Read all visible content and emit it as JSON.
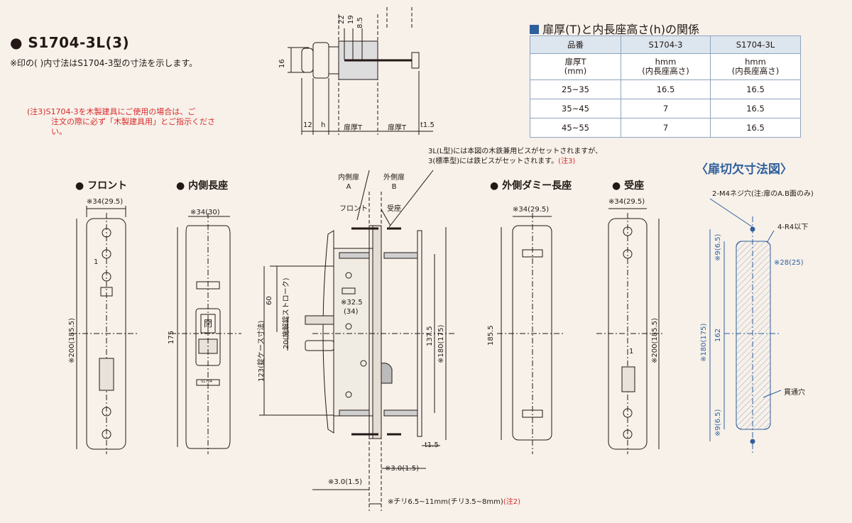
{
  "header": {
    "model_title": "S1704-3L(3)",
    "paren_note": "※印の( )内寸法はS1704-3型の寸法を示します。",
    "note3_line1": "(注3)S1704-3を木製建具にご使用の場合は、ご",
    "note3_line2": "注文の際に必ず「木製建具用」とご指示くださ",
    "note3_line3": "い。"
  },
  "table": {
    "title": "扉厚(T)と内長座高さ(h)の関係",
    "col_headers": [
      "品番",
      "S1704-3",
      "S1704-3L"
    ],
    "row_header_line1": "扉厚T",
    "row_header_line2": "(mm)",
    "row_header_cell_line1": "hmm",
    "row_header_cell_line2": "(内長座高さ)",
    "rows": [
      [
        "25~35",
        "16.5",
        "16.5"
      ],
      [
        "35~45",
        "7",
        "16.5"
      ],
      [
        "45~55",
        "7",
        "16.5"
      ]
    ]
  },
  "sections": {
    "front": "フロント",
    "inner_plate": "内側長座",
    "outer_dummy": "外側ダミー長座",
    "strike": "受座",
    "cutout": "〈扉切欠寸法図〉"
  },
  "callouts": {
    "screw_note_line1": "3L(L型)には本図の木鉄兼用ビスがセットされますが、",
    "screw_note_line2": "3(標準型)には鉄ビスがセットされます。",
    "screw_note_ref": "(注3)",
    "inner_door": "内側扉",
    "inner_door_letter": "A",
    "outer_door": "外側扉",
    "outer_door_letter": "B",
    "front_label": "フロント",
    "strike_label": "受座",
    "m4": "2-M4ネジ穴(注:扉のA.B面のみ)",
    "r4": "4-R4以下",
    "through_hole": "貫通穴",
    "chiri": "※チリ6.5~11mm(チリ3.5~8mm)",
    "chiri_ref": "(注2)"
  },
  "dims": {
    "d12": "12",
    "dh": "h",
    "door_t": "扉厚T",
    "t15": "t1.5",
    "d22": "22",
    "d19": "19",
    "d85": "8.5",
    "d16": "16",
    "front_w": "※34(29.5)",
    "front_h": "※200(185.5)",
    "front_1": "1",
    "inner_w": "※34(30)",
    "inner_h": "175",
    "side_123": "123(錠ケース寸法)",
    "side_60": "60",
    "side_20": "20(施解錠ストローク)",
    "side_325": "※32.5",
    "side_34": "(34)",
    "side_1375": "137.5",
    "side_180": "※180(175)",
    "side_t15": "t1.5",
    "side_30a": "※3.0(1.5)",
    "side_30b": "※3.0(1.5)",
    "dummy_w": "※34(29.5)",
    "dummy_h": "185.5",
    "strike_w": "※34(29.5)",
    "strike_h": "※200(185.5)",
    "strike_1": "1",
    "cut_9a": "※9(6.5)",
    "cut_28": "※28(25)",
    "cut_180": "※180(175)",
    "cut_162": "162",
    "cut_9b": "※9(6.5)"
  },
  "plate_marks": {
    "lock_glyph": "閉",
    "small_plate_text": "S1704"
  },
  "colors": {
    "background": "#f7f1ea",
    "line": "#231815",
    "accent_red": "#d92b2b",
    "accent_blue": "#2f5f9c",
    "table_header": "#dde6ef",
    "cutout_fill": "#dfe5f2"
  }
}
